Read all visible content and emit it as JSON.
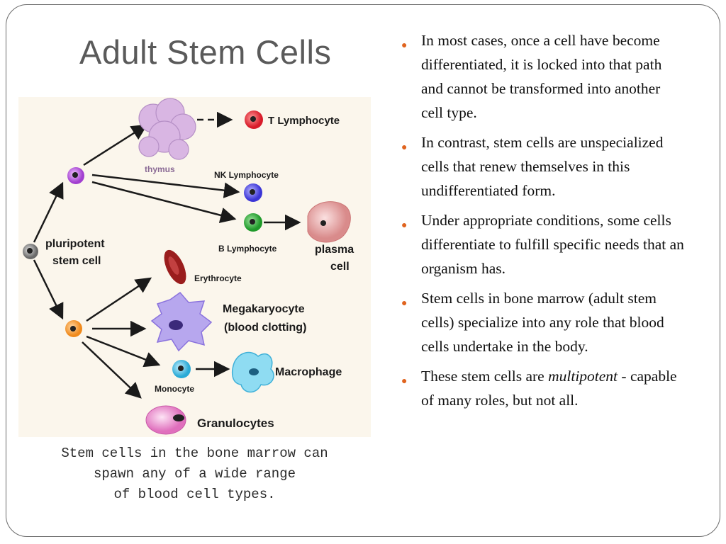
{
  "slide": {
    "title": "Adult Stem Cells"
  },
  "figure": {
    "labels": {
      "t_lymphocyte": "T Lymphocyte",
      "thymus": "thymus",
      "nk_lymphocyte": "NK Lymphocyte",
      "b_lymphocyte": "B Lymphocyte",
      "plasma_cell_line1": "plasma",
      "plasma_cell_line2": "cell",
      "pluripotent_line1": "pluripotent",
      "pluripotent_line2": "stem cell",
      "erythrocyte": "Erythrocyte",
      "megakaryocyte_line1": "Megakaryocyte",
      "megakaryocyte_line2": "(blood clotting)",
      "monocyte": "Monocyte",
      "macrophage": "Macrophage",
      "granulocytes": "Granulocytes"
    },
    "caption": "Stem cells in the bone marrow can\nspawn any of a wide range\nof blood cell types."
  },
  "bullets": [
    {
      "text": "In most cases, once a cell have become differentiated, it is locked into that path and cannot be transformed into another cell type."
    },
    {
      "text": "In contrast, stem cells are unspecialized cells that renew themselves in this undifferentiated form."
    },
    {
      "text": "Under appropriate conditions, some cells differentiate to fulfill specific needs that an organism has."
    },
    {
      "text": "Stem cells in bone marrow (adult stem cells) specialize into any role that blood cells undertake in the body."
    },
    {
      "text_before": "These stem cells are ",
      "text_italic": "multipotent",
      "text_after": " - capable of many roles, but not all."
    }
  ],
  "colors": {
    "bullet": "#e0641f",
    "title": "#5a5a5a",
    "diagram_bg": "#fbf6ec"
  }
}
